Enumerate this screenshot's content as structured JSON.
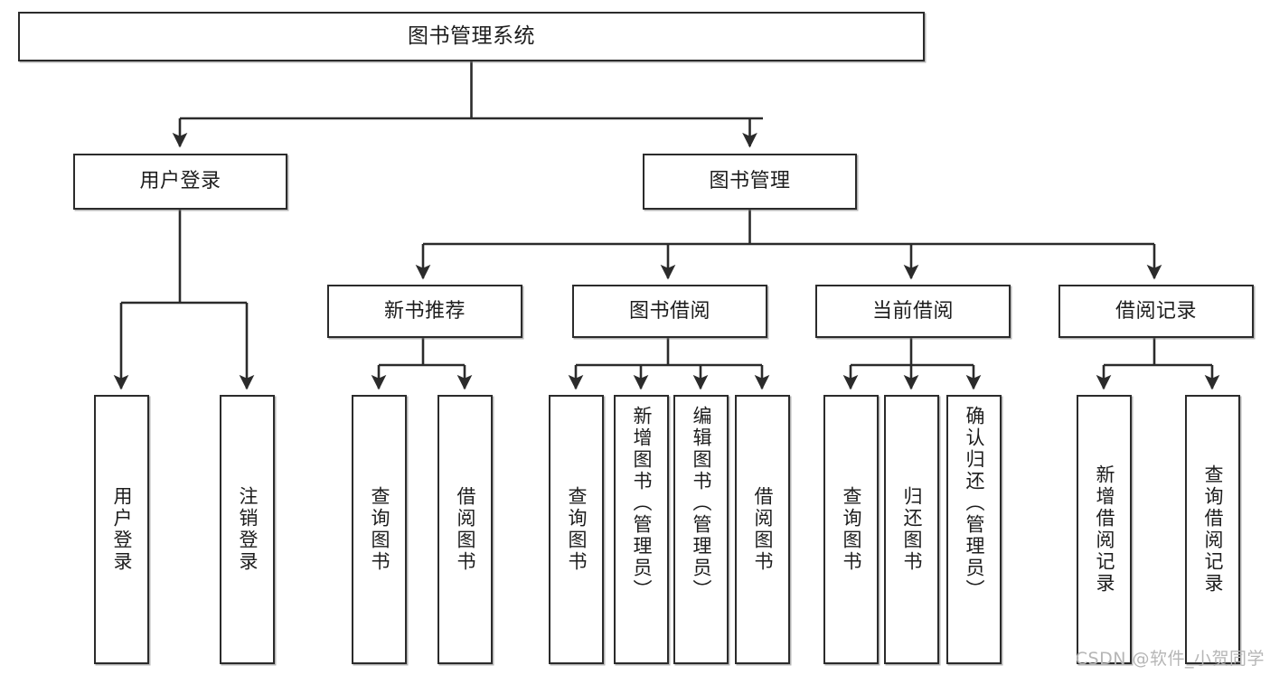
{
  "diagram": {
    "title": "图书管理系统",
    "type": "tree",
    "watermark": "CSDN @软件_小贺同学",
    "colors": {
      "stroke": "#2b2b2b",
      "fill": "#ffffff",
      "text": "#1d1d1d",
      "watermark": "#b6b6b6"
    },
    "levels": {
      "root": "图书管理系统",
      "level2": [
        "用户登录",
        "图书管理"
      ],
      "level3": [
        "新书推荐",
        "图书借阅",
        "当前借阅",
        "借阅记录"
      ]
    },
    "nodes": {
      "root": "图书管理系统",
      "user_login": "用户登录",
      "book_manage": "图书管理",
      "new_book_rec": "新书推荐",
      "book_borrow": "图书借阅",
      "current_borrow": "当前借阅",
      "borrow_record": "借阅记录",
      "leaf_user_login": "用户登录",
      "leaf_logout": "注销登录",
      "leaf_query_book_1": "查询图书",
      "leaf_borrow_book_1": "借阅图书",
      "leaf_query_book_2": "查询图书",
      "leaf_add_book_admin": "新增图书（管理员）",
      "leaf_edit_book_admin": "编辑图书（管理员）",
      "leaf_borrow_book_2": "借阅图书",
      "leaf_query_book_3": "查询图书",
      "leaf_return_book": "归还图书",
      "leaf_confirm_return_admin": "确认归还（管理员）",
      "leaf_add_record": "新增借阅记录",
      "leaf_query_record": "查询借阅记录"
    },
    "edges": [
      {
        "from": "图书管理系统",
        "to": "用户登录"
      },
      {
        "from": "图书管理系统",
        "to": "图书管理"
      },
      {
        "from": "用户登录",
        "to": "用户登录"
      },
      {
        "from": "用户登录",
        "to": "注销登录"
      },
      {
        "from": "图书管理",
        "to": "新书推荐"
      },
      {
        "from": "图书管理",
        "to": "图书借阅"
      },
      {
        "from": "图书管理",
        "to": "当前借阅"
      },
      {
        "from": "图书管理",
        "to": "借阅记录"
      },
      {
        "from": "新书推荐",
        "to": "查询图书"
      },
      {
        "from": "新书推荐",
        "to": "借阅图书"
      },
      {
        "from": "图书借阅",
        "to": "查询图书"
      },
      {
        "from": "图书借阅",
        "to": "新增图书（管理员）"
      },
      {
        "from": "图书借阅",
        "to": "编辑图书（管理员）"
      },
      {
        "from": "图书借阅",
        "to": "借阅图书"
      },
      {
        "from": "当前借阅",
        "to": "查询图书"
      },
      {
        "from": "当前借阅",
        "to": "归还图书"
      },
      {
        "from": "当前借阅",
        "to": "确认归还（管理员）"
      },
      {
        "from": "借阅记录",
        "to": "新增借阅记录"
      },
      {
        "from": "借阅记录",
        "to": "查询借阅记录"
      }
    ]
  }
}
